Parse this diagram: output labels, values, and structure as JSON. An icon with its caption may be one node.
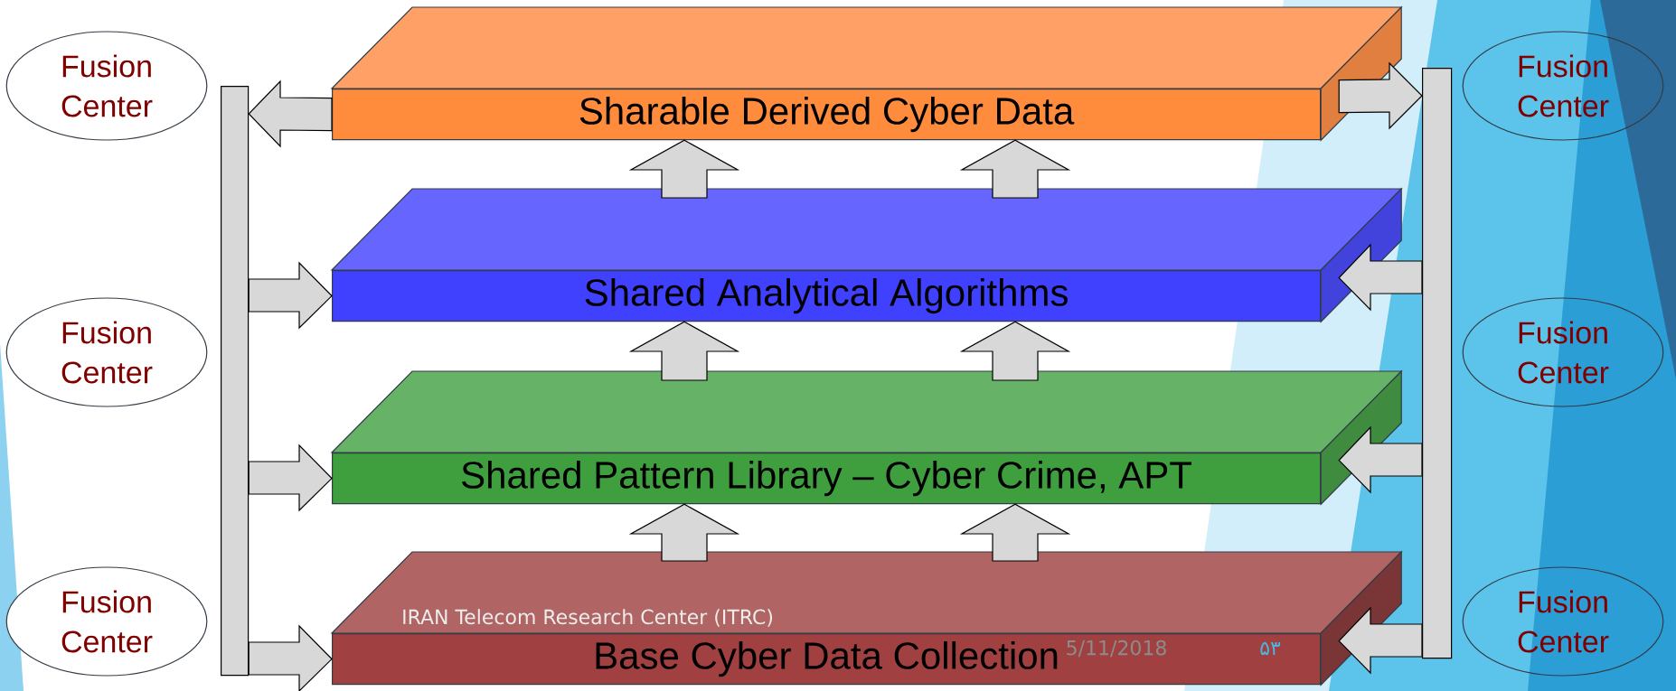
{
  "diagram": {
    "nodes": [
      {
        "text": [
          "Sharable Derived Cyber Data"
        ]
      },
      {
        "text": [
          "Shared Analytical Algorithms"
        ]
      },
      {
        "text": [
          "Shared Pattern Library – Cyber Crime, APT"
        ]
      },
      {
        "text": [
          "Base Cyber Data Collection"
        ]
      },
      {
        "text": [
          "Fusion Center"
        ]
      },
      {
        "text": [
          "Fusion Center"
        ]
      },
      {
        "text": [
          "Fusion Center"
        ]
      },
      {
        "text": [
          "Fusion Center"
        ]
      },
      {
        "text": [
          "Fusion Center"
        ]
      },
      {
        "text": [
          "Fusion Center"
        ]
      },
      {
        "text": [],
        "shape": "bar"
      },
      {
        "text": [],
        "shape": "bar"
      }
    ],
    "edges": [
      {
        "from": 3,
        "to": 2,
        "arrow": "to"
      },
      {
        "from": 3,
        "to": 2,
        "arrow": "to"
      },
      {
        "from": 2,
        "to": 1,
        "arrow": "to"
      },
      {
        "from": 2,
        "to": 1,
        "arrow": "to"
      },
      {
        "from": 1,
        "to": 0,
        "arrow": "to"
      },
      {
        "from": 1,
        "to": 0,
        "arrow": "to"
      },
      {
        "from": 0,
        "to": 10,
        "arrow": "to"
      },
      {
        "from": 10,
        "to": 1,
        "arrow": "to"
      },
      {
        "from": 10,
        "to": 2,
        "arrow": "to"
      },
      {
        "from": 10,
        "to": 3,
        "arrow": "to"
      },
      {
        "from": 0,
        "to": 11,
        "arrow": "to"
      },
      {
        "from": 11,
        "to": 1,
        "arrow": "to"
      },
      {
        "from": 11,
        "to": 2,
        "arrow": "to"
      },
      {
        "from": 11,
        "to": 3,
        "arrow": "to"
      }
    ],
    "labels": [
      "IRAN Telecom Research Center (ITRC)",
      "5/11/2018",
      "۵۳"
    ]
  }
}
